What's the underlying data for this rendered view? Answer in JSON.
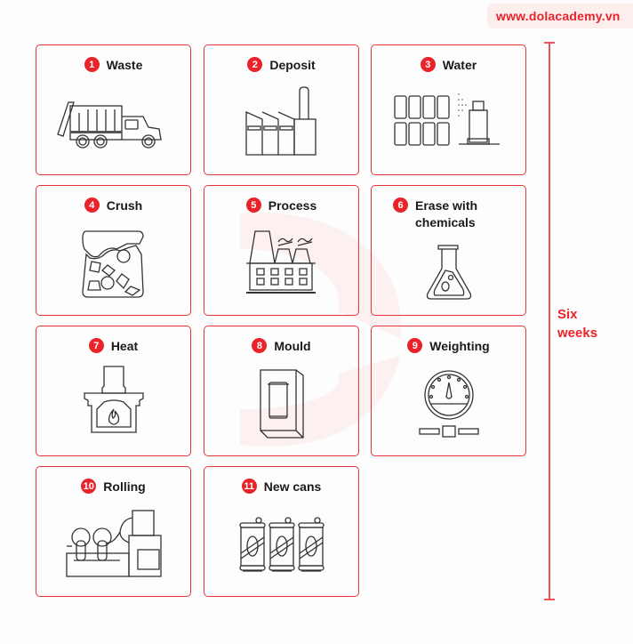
{
  "brand": {
    "url_text": "www.dolacademy.vn"
  },
  "steps": [
    {
      "number": "1",
      "label": "Waste",
      "icon": "garbage-truck-icon"
    },
    {
      "number": "2",
      "label": "Deposit",
      "icon": "factory-icon"
    },
    {
      "number": "3",
      "label": "Water",
      "icon": "can-washing-icon"
    },
    {
      "number": "4",
      "label": "Crush",
      "icon": "crusher-icon"
    },
    {
      "number": "5",
      "label": "Process",
      "icon": "processing-plant-icon"
    },
    {
      "number": "6",
      "label": "Erase with chemicals",
      "icon": "flask-icon"
    },
    {
      "number": "7",
      "label": "Heat",
      "icon": "furnace-icon"
    },
    {
      "number": "8",
      "label": "Mould",
      "icon": "mould-icon"
    },
    {
      "number": "9",
      "label": "Weighting",
      "icon": "scale-gauge-icon"
    },
    {
      "number": "10",
      "label": "Rolling",
      "icon": "rolling-machine-icon"
    },
    {
      "number": "11",
      "label": "New cans",
      "icon": "cans-icon"
    }
  ],
  "timeline": {
    "label": "Six weeks"
  },
  "colors": {
    "accent": "#e8242a",
    "border": "#e8353b",
    "line": "#333333"
  }
}
